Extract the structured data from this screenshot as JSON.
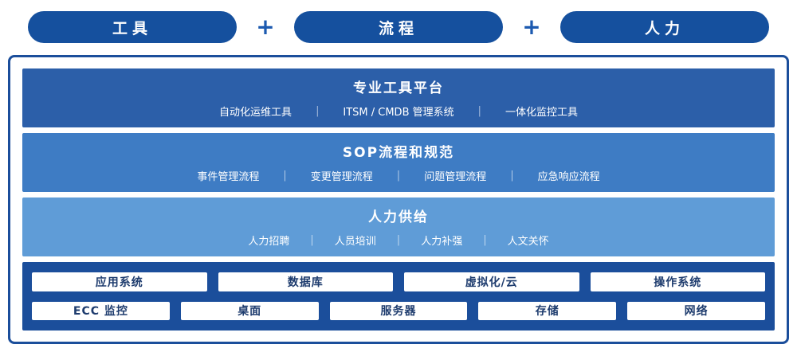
{
  "sep": "|",
  "plus": "+",
  "pills": [
    {
      "label": "工具"
    },
    {
      "label": "流程"
    },
    {
      "label": "人力"
    }
  ],
  "bands": [
    {
      "title": "专业工具平台",
      "items": [
        "自动化运维工具",
        "ITSM / CMDB 管理系统",
        "一体化监控工具"
      ]
    },
    {
      "title": "SOP流程和规范",
      "items": [
        "事件管理流程",
        "变更管理流程",
        "问题管理流程",
        "应急响应流程"
      ]
    },
    {
      "title": "人力供给",
      "items": [
        "人力招聘",
        "人员培训",
        "人力补强",
        "人文关怀"
      ]
    }
  ],
  "grid": {
    "row1": [
      "应用系统",
      "数据库",
      "虚拟化/云",
      "操作系统"
    ],
    "row2": [
      "ECC 监控",
      "桌面",
      "服务器",
      "存储",
      "网络"
    ]
  },
  "colors": {
    "pill_blue": "#15509e",
    "band1_blue": "#2c5fa9",
    "band2_blue": "#3e7cc4",
    "band3_blue": "#5f9cd7",
    "frame_border_blue": "#1b4e9b",
    "box_text_navy": "#1e3c6e"
  }
}
